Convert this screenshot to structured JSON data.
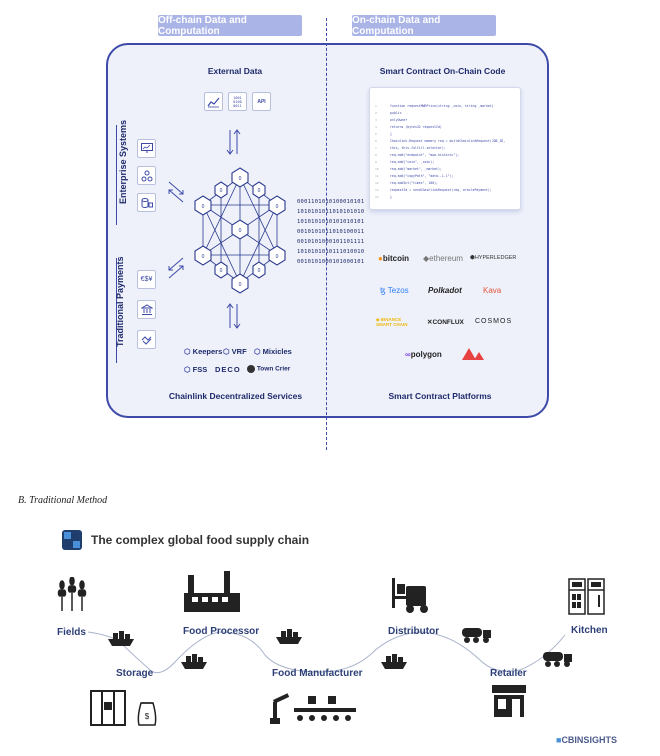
{
  "top": {
    "offchain_pill": "Off-chain Data and Computation",
    "onchain_pill": "On-chain Data and Computation",
    "external_data": "External Data",
    "enterprise_systems": "Enterprise Systems",
    "traditional_payments": "Traditional Payments",
    "services_title": "Chainlink Decentralized Services",
    "smart_contract_title": "Smart Contract On-Chain Code",
    "platforms_title": "Smart Contract Platforms",
    "binary_lines": [
      "0001101010100010101",
      "1010101011010101010",
      "1010101010101010101",
      "0010101011010100011",
      "0010101000101101111",
      "1010101010111010010",
      "0010101000101000101"
    ],
    "services": [
      "Keepers",
      "VRF",
      "Mixicles",
      "FSS",
      "DECO",
      "Town Crier"
    ],
    "platforms": [
      "bitcoin",
      "ethereum",
      "HYPERLEDGER",
      "Tezos",
      "Polkadot",
      "Kava",
      "BINANCE SMART CHAIN",
      "CONFLUX",
      "COSMOS",
      "polygon",
      "AVALANCHE"
    ],
    "code_lines": [
      "function requestMWRPrice(string _coin, string _market)",
      "  public",
      "  onlyOwner",
      "  returns (bytes32 requestId)",
      "{",
      "  Chainlink.Request memory req = buildChainlinkRequest(JOB_ID,",
      "    this, this.fulfill.selector);",
      "  req.add(\"endpoint\", \"mwa-historic\");",
      "  req.add(\"coin\", _coin);",
      "  req.add(\"market\", _market);",
      "  req.add(\"copyPath\", \"data.-1.1\");",
      "  req.addInt(\"times\", 100);",
      "  requestId = sendChainlinkRequest(req, oraclePayment);",
      "}"
    ]
  },
  "bottom": {
    "caption": "B.    Traditional Method",
    "title": "The complex global food supply chain",
    "nodes": [
      "Fields",
      "Storage",
      "Food Processor",
      "Food Manufacturer",
      "Distributor",
      "Retailer",
      "Kitchen"
    ],
    "brand": "CBINSIGHTS"
  }
}
